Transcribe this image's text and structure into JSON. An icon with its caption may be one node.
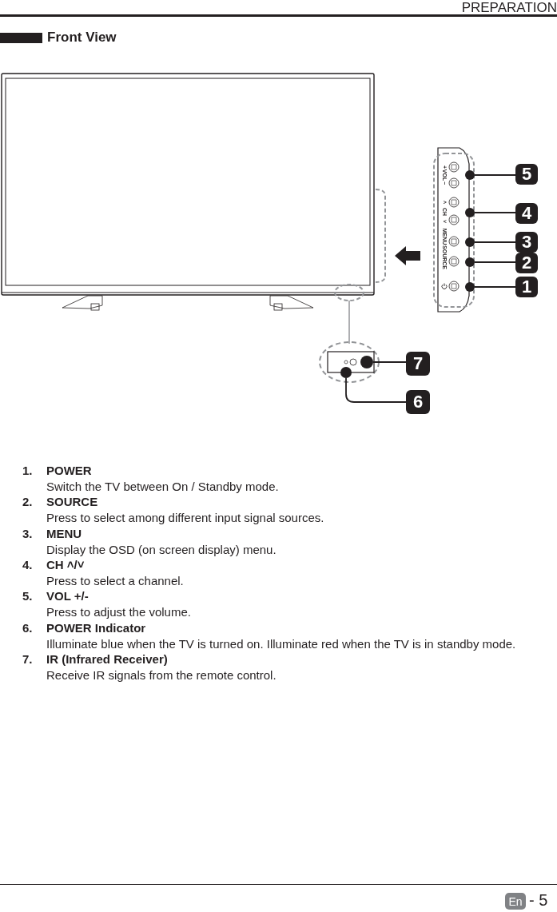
{
  "diagram": {
    "title": "Front View",
    "nodes": [
      {
        "text": [
          "5"
        ]
      },
      {
        "text": [],
        "shape": "circle"
      },
      {
        "text": [
          "4"
        ]
      },
      {
        "text": [],
        "shape": "circle"
      },
      {
        "text": [
          "3"
        ]
      },
      {
        "text": [],
        "shape": "circle"
      },
      {
        "text": [
          "2"
        ]
      },
      {
        "text": [],
        "shape": "circle"
      },
      {
        "text": [
          "1"
        ]
      },
      {
        "text": [],
        "shape": "circle"
      },
      {
        "text": [
          "7"
        ]
      },
      {
        "text": [],
        "shape": "circle"
      },
      {
        "text": [
          "6"
        ]
      },
      {
        "text": [],
        "shape": "circle"
      }
    ],
    "edges": [
      {
        "from": 0,
        "to": 1,
        "arrow": "none"
      },
      {
        "from": 2,
        "to": 3,
        "arrow": "none"
      },
      {
        "from": 4,
        "to": 5,
        "arrow": "none"
      },
      {
        "from": 6,
        "to": 7,
        "arrow": "none"
      },
      {
        "from": 8,
        "to": 9,
        "arrow": "none"
      },
      {
        "from": 10,
        "to": 11,
        "arrow": "none"
      },
      {
        "from": 12,
        "to": 13,
        "arrow": "none"
      }
    ],
    "labels": [
      "PREPARATION",
      "+",
      "VOL",
      "−",
      "˄",
      "CH",
      "˅",
      "MENU",
      "SOURCE",
      "1.",
      "POWER",
      "Switch the TV between On / Standby mode.",
      "2.",
      "SOURCE",
      "Press to select among different input signal sources.",
      "3.",
      "MENU",
      "Display the OSD (on screen display) menu.",
      "4.",
      "CH  ˄/˅",
      "Press to select a channel.",
      "5.",
      "VOL +/-",
      "Press to adjust the volume.",
      "6.",
      "POWER Indicator",
      "Illuminate blue when the TV is turned on. Illuminate red when the TV is in standby mode.",
      "7.",
      "IR (Infrared Receiver)",
      "Receive IR signals from the remote control.",
      "En",
      "- 5"
    ]
  }
}
